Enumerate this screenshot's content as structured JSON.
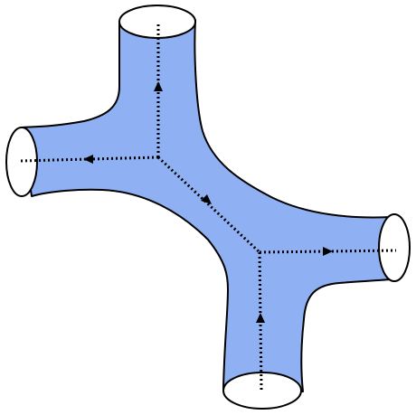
{
  "diagram": {
    "type": "tube-junction",
    "description_visible_text": "",
    "colors": {
      "fill": "#8fb0f2",
      "outline": "#000000",
      "end_cap_fill": "#ffffff",
      "path": "#000000",
      "background": "#ffffff"
    },
    "tube_ends": [
      "top",
      "left",
      "right",
      "bottom"
    ],
    "internal_nodes": [
      "upper-left-junction",
      "lower-right-junction"
    ],
    "paths": [
      {
        "id": "top-branch",
        "from": "upper-left-junction",
        "to": "top-end",
        "arrow": "toward-end"
      },
      {
        "id": "left-branch",
        "from": "upper-left-junction",
        "to": "left-end",
        "arrow": "toward-end"
      },
      {
        "id": "middle-branch",
        "from": "upper-left-junction",
        "to": "lower-right-junction",
        "arrow": "toward-lower-right"
      },
      {
        "id": "right-branch",
        "from": "lower-right-junction",
        "to": "right-end",
        "arrow": "toward-end"
      },
      {
        "id": "bottom-branch",
        "from": "bottom-end",
        "to": "lower-right-junction",
        "arrow": "toward-junction"
      }
    ]
  }
}
